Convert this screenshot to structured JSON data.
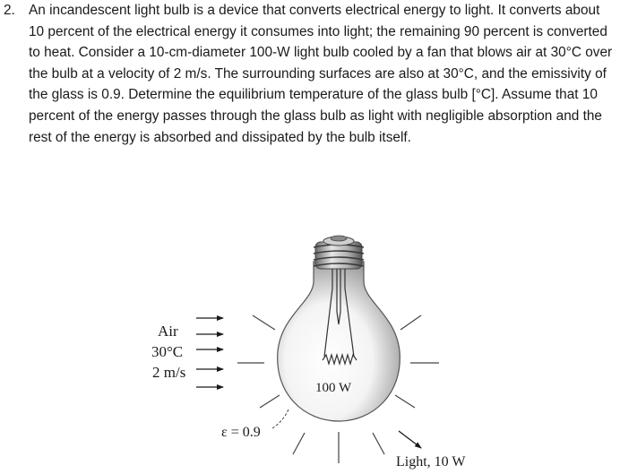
{
  "problem": {
    "number": "2.",
    "text": "An incandescent light bulb is a device that converts electrical energy to light. It converts about 10 percent of the electrical energy it consumes into light; the remaining 90 percent is converted to heat. Consider a 10-cm-diameter 100-W light bulb cooled by a fan that blows air at 30°C over the bulb at a velocity of 2 m/s. The surrounding surfaces are also at 30°C, and the emissivity of the glass is 0.9. Determine the equilibrium temperature of the glass bulb [°C]. Assume that 10 percent of the energy passes through the glass bulb as light with negligible absorption and the rest of the energy is absorbed and dissipated by the bulb itself."
  },
  "figure": {
    "air_label": "Air",
    "air_temp": "30°C",
    "air_velocity": "2 m/s",
    "power_label": "100 W",
    "emissivity_label": "ε = 0.9",
    "light_label": "Light, 10 W"
  }
}
